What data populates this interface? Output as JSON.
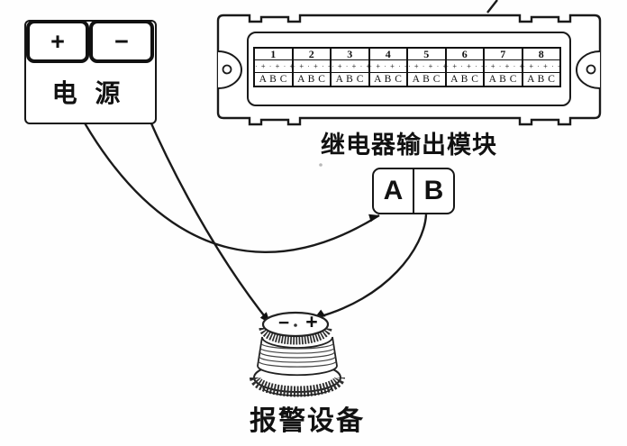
{
  "power": {
    "plus": "+",
    "minus": "−",
    "label": "电 源"
  },
  "module": {
    "label": "继电器输出模块",
    "dots": "· + · + · + ·",
    "sections": [
      {
        "num": "1",
        "abc": "A B C"
      },
      {
        "num": "2",
        "abc": "A B C"
      },
      {
        "num": "3",
        "abc": "A B C"
      },
      {
        "num": "4",
        "abc": "A B C"
      },
      {
        "num": "5",
        "abc": "A B C"
      },
      {
        "num": "6",
        "abc": "A B C"
      },
      {
        "num": "7",
        "abc": "A B C"
      },
      {
        "num": "8",
        "abc": "A B C"
      }
    ]
  },
  "connector": {
    "a": "A",
    "b": "B"
  },
  "alarm": {
    "minus": "−",
    "plus": "+",
    "label": "报警设备"
  },
  "colors": {
    "line": "#1a1a1a",
    "knurl": "#2e2e2e",
    "background": "#fefefe"
  }
}
